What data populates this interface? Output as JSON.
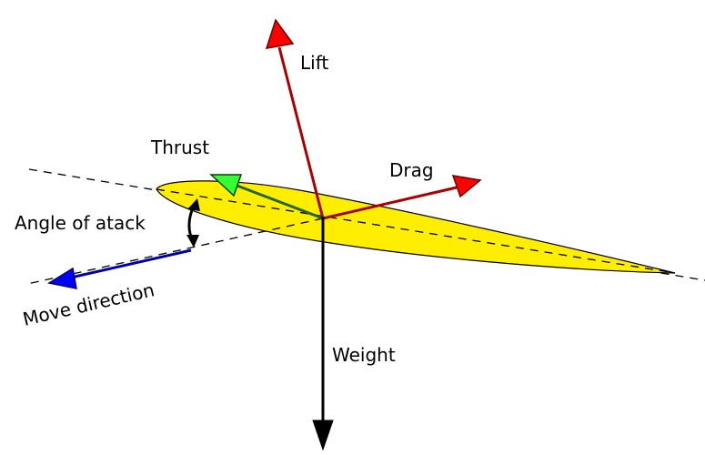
{
  "labels": {
    "lift": "Lift",
    "thrust": "Thrust",
    "drag": "Drag",
    "weight": "Weight",
    "angle_of_attack": "Angle of atack",
    "move_direction": "Move direction"
  },
  "colors": {
    "airfoil_fill": "#ffee00",
    "outline": "#000000",
    "lift": "#aa0000",
    "lift_head": "#ff0000",
    "drag": "#aa0000",
    "drag_head": "#ff0000",
    "thrust": "#226622",
    "thrust_head": "#33ff33",
    "weight": "#000000",
    "move_direction": "#0000aa",
    "move_head": "#0000ff"
  }
}
